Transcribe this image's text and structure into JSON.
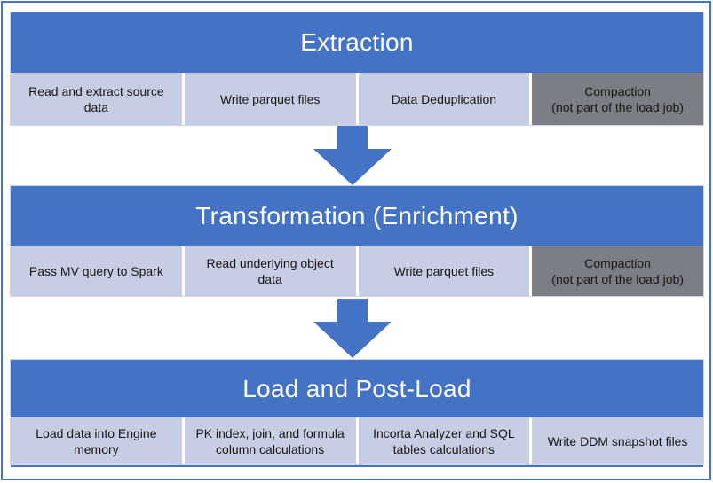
{
  "colors": {
    "header_blue": "#4472C4",
    "cell_light": "#C7CEE4",
    "cell_gray": "#7B7E84",
    "arrow_blue": "#4472C4",
    "frame_blue": "#4472C4"
  },
  "stages": [
    {
      "title": "Extraction",
      "cells": [
        {
          "text": "Read and extract source\ndata",
          "variant": "light"
        },
        {
          "text": "Write parquet files",
          "variant": "light"
        },
        {
          "text": "Data Deduplication",
          "variant": "light"
        },
        {
          "text": "Compaction\n(not part of the load job)",
          "variant": "gray"
        }
      ]
    },
    {
      "title": "Transformation (Enrichment)",
      "cells": [
        {
          "text": "Pass MV query to Spark",
          "variant": "light"
        },
        {
          "text": "Read underlying object\ndata",
          "variant": "light"
        },
        {
          "text": "Write parquet files",
          "variant": "light"
        },
        {
          "text": "Compaction\n(not part of the load job)",
          "variant": "gray"
        }
      ]
    },
    {
      "title": "Load and Post-Load",
      "cells": [
        {
          "text": "Load data into Engine\nmemory",
          "variant": "light"
        },
        {
          "text": "PK index, join, and formula\ncolumn calculations",
          "variant": "light"
        },
        {
          "text": "Incorta Analyzer and SQL\ntables calculations",
          "variant": "light"
        },
        {
          "text": "Write DDM snapshot files",
          "variant": "light"
        }
      ]
    }
  ]
}
